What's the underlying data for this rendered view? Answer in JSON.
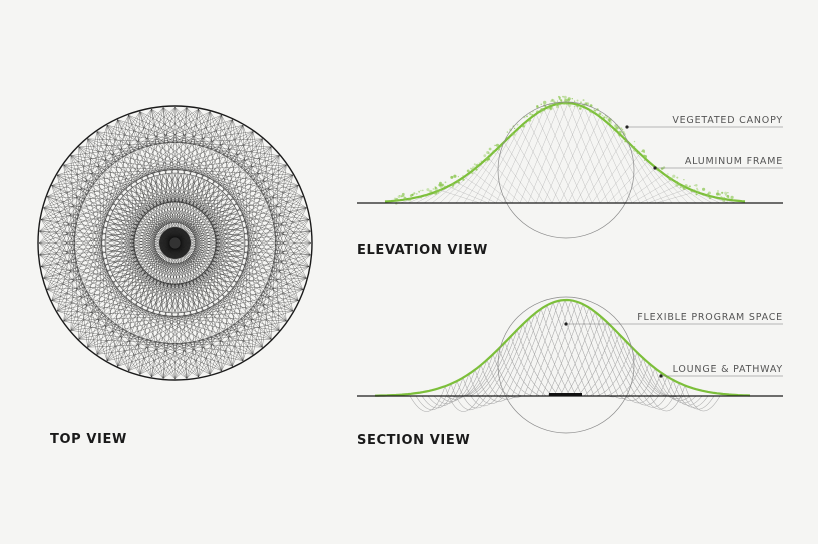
{
  "views": {
    "top": {
      "title": "TOP VIEW"
    },
    "elevation": {
      "title": "ELEVATION VIEW",
      "labels": {
        "canopy": "VEGETATED CANOPY",
        "frame": "ALUMINUM FRAME"
      }
    },
    "section": {
      "title": "SECTION VIEW",
      "labels": {
        "program": "FLEXIBLE PROGRAM SPACE",
        "lounge": "LOUNGE & PATHWAY"
      }
    }
  },
  "colors": {
    "background": "#f5f5f3",
    "line": "#1a1a1a",
    "mesh": "#9a9a9a",
    "green": "#7cbf3a"
  }
}
